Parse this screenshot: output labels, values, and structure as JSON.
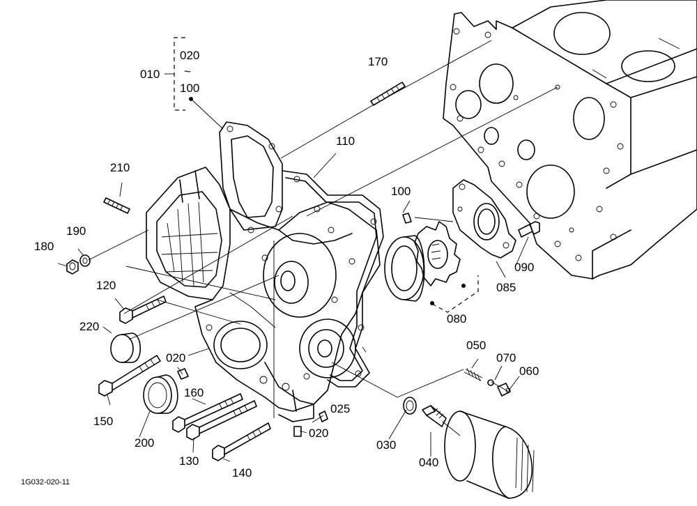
{
  "diagram_code": "1G032-020-11",
  "group_bracket": {
    "group_label": "010",
    "range_start": "020",
    "range_separator": "~",
    "range_end": "100"
  },
  "callouts": {
    "p170": "170",
    "p110": "110",
    "p210": "210",
    "p100b": "100",
    "p190": "190",
    "p180": "180",
    "p120": "120",
    "p090": "090",
    "p085": "085",
    "p080": "080",
    "p220": "220",
    "p020a": "020",
    "p050": "050",
    "p070": "070",
    "p060": "060",
    "p150": "150",
    "p160": "160",
    "p025": "025",
    "p200": "200",
    "p020b": "020",
    "p030": "030",
    "p130": "130",
    "p040": "040",
    "p140": "140"
  }
}
